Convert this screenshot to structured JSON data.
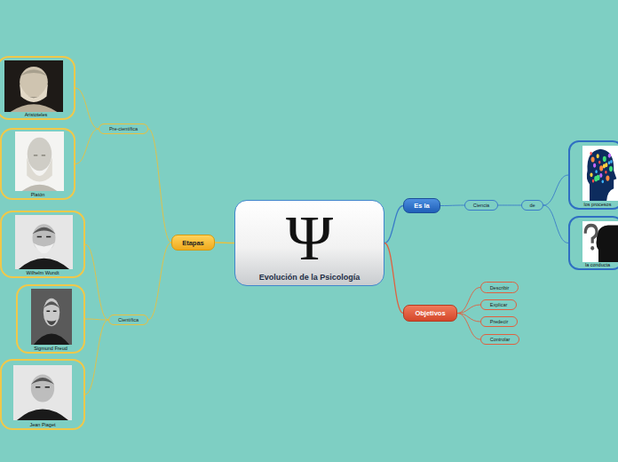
{
  "diagram": {
    "nodes": [
      {
        "text": [
          "Ψ",
          "Evolución de la Psicología"
        ]
      },
      {
        "text": [
          "Es la"
        ]
      },
      {
        "text": [
          "Ciencia"
        ]
      },
      {
        "text": [
          "de"
        ]
      },
      {
        "text": [
          "los procesos"
        ]
      },
      {
        "text": [
          "la conducta"
        ]
      },
      {
        "text": [
          "Objetivos"
        ]
      },
      {
        "text": [
          "Describir"
        ]
      },
      {
        "text": [
          "Explicar"
        ]
      },
      {
        "text": [
          "Predecir"
        ]
      },
      {
        "text": [
          "Controlar"
        ]
      },
      {
        "text": [
          "Etapas"
        ]
      },
      {
        "text": [
          "Pre-científica"
        ]
      },
      {
        "text": [
          "Científica"
        ]
      },
      {
        "text": [
          "Aristoteles"
        ]
      },
      {
        "text": [
          "Platón"
        ]
      },
      {
        "text": [
          "Wilhelm Wundt"
        ]
      },
      {
        "text": [
          "Sigmund Freud"
        ]
      },
      {
        "text": [
          "Jean Piaget"
        ]
      }
    ],
    "edges": [
      {
        "from": 0,
        "to": 1,
        "arrow": "none"
      },
      {
        "from": 1,
        "to": 2,
        "arrow": "none"
      },
      {
        "from": 2,
        "to": 3,
        "arrow": "none"
      },
      {
        "from": 3,
        "to": 4,
        "arrow": "none"
      },
      {
        "from": 3,
        "to": 5,
        "arrow": "none"
      },
      {
        "from": 0,
        "to": 6,
        "arrow": "none"
      },
      {
        "from": 6,
        "to": 7,
        "arrow": "none"
      },
      {
        "from": 6,
        "to": 8,
        "arrow": "none"
      },
      {
        "from": 6,
        "to": 9,
        "arrow": "none"
      },
      {
        "from": 6,
        "to": 10,
        "arrow": "none"
      },
      {
        "from": 0,
        "to": 11,
        "arrow": "none"
      },
      {
        "from": 11,
        "to": 12,
        "arrow": "none"
      },
      {
        "from": 11,
        "to": 13,
        "arrow": "none"
      },
      {
        "from": 12,
        "to": 14,
        "arrow": "none"
      },
      {
        "from": 12,
        "to": 15,
        "arrow": "none"
      },
      {
        "from": 13,
        "to": 16,
        "arrow": "none"
      },
      {
        "from": 13,
        "to": 17,
        "arrow": "none"
      },
      {
        "from": 13,
        "to": 18,
        "arrow": "none"
      }
    ]
  }
}
